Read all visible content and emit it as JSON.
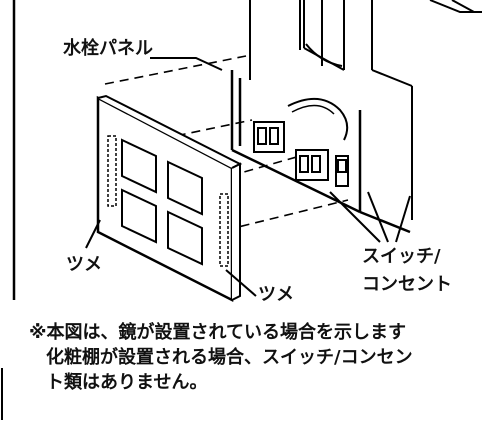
{
  "labels": {
    "faucet_panel": "水栓パネル",
    "claw_left": "ツメ",
    "claw_right": "ツメ",
    "switch_outlet": [
      "スイッチ/",
      "コンセント"
    ]
  },
  "note": [
    "※本図は、鏡が設置されている場合を示します",
    "化粧棚が設置される場合、スイッチ/コンセン",
    "ト類はありません。"
  ]
}
